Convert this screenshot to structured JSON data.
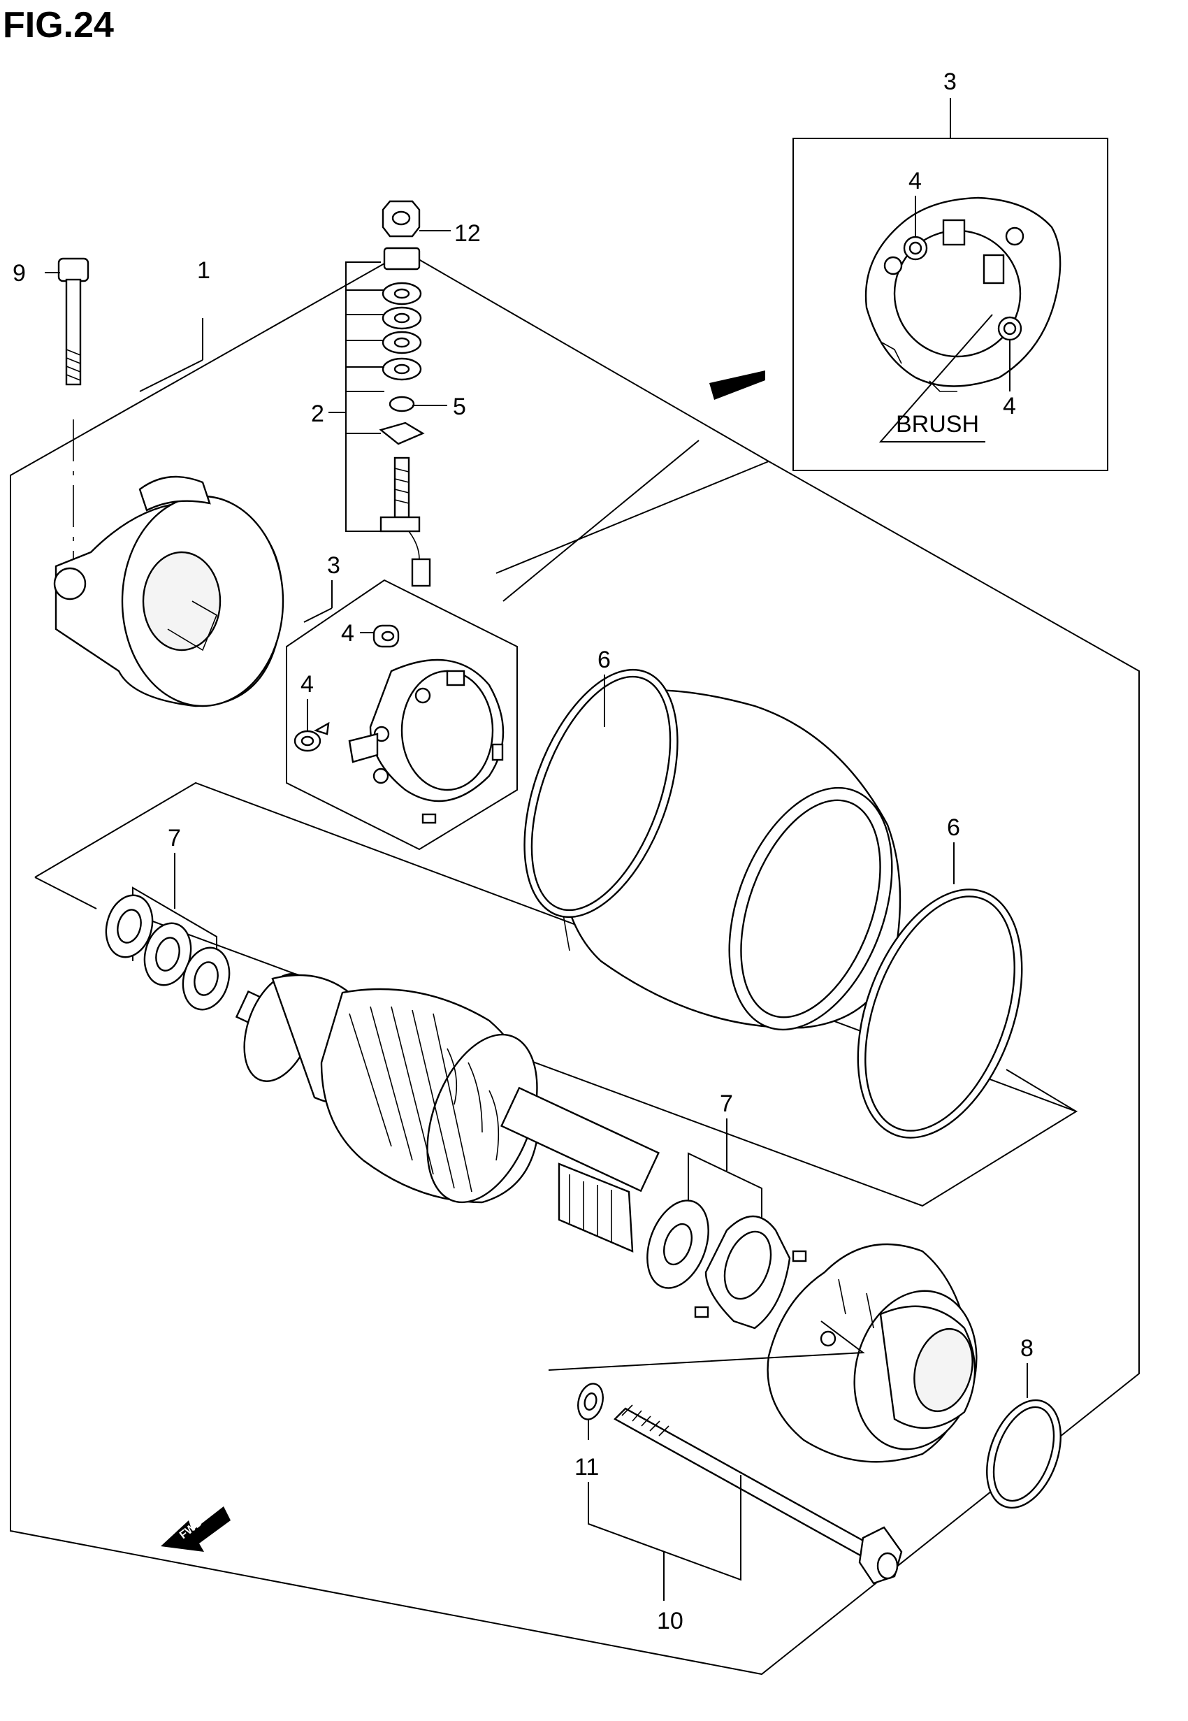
{
  "figure": {
    "title": "FIG.24"
  },
  "callouts": [
    {
      "id": "c1",
      "text": "1"
    },
    {
      "id": "c2",
      "text": "2"
    },
    {
      "id": "c3a",
      "text": "3"
    },
    {
      "id": "c3b",
      "text": "3"
    },
    {
      "id": "c4a",
      "text": "4"
    },
    {
      "id": "c4b",
      "text": "4"
    },
    {
      "id": "c4c",
      "text": "4"
    },
    {
      "id": "c4d",
      "text": "4"
    },
    {
      "id": "c5",
      "text": "5"
    },
    {
      "id": "c6a",
      "text": "6"
    },
    {
      "id": "c6b",
      "text": "6"
    },
    {
      "id": "c7a",
      "text": "7"
    },
    {
      "id": "c7b",
      "text": "7"
    },
    {
      "id": "c8",
      "text": "8"
    },
    {
      "id": "c9",
      "text": "9"
    },
    {
      "id": "c10",
      "text": "10"
    },
    {
      "id": "c11",
      "text": "11"
    },
    {
      "id": "c12",
      "text": "12"
    }
  ],
  "annotations": {
    "brush": "BRUSH",
    "fwd": "FWD"
  },
  "icons": [
    "fwd-arrow-icon"
  ]
}
